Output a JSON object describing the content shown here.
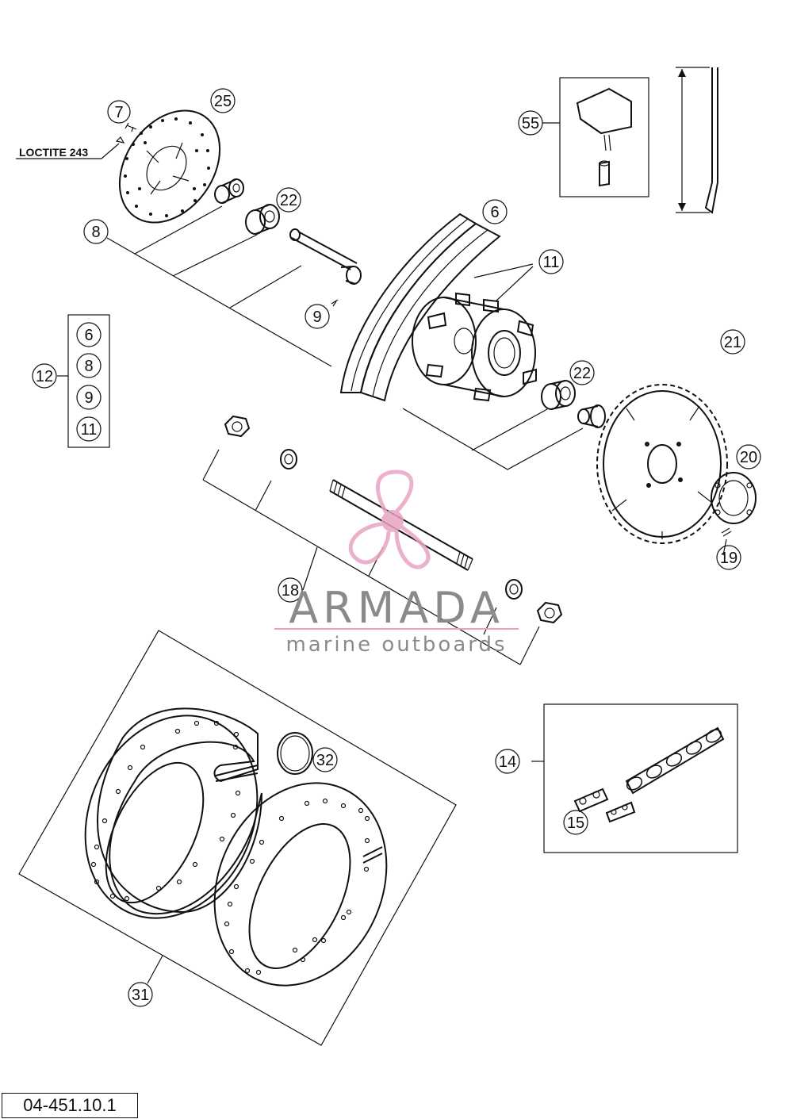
{
  "diagram": {
    "note_loctite": "LOCTITE 243",
    "code": "04-451.10.1",
    "callouts": {
      "c7": "7",
      "c25": "25",
      "c8": "8",
      "c22a": "22",
      "c6": "6",
      "c11": "11",
      "c9": "9",
      "c12": "12",
      "c22b": "22",
      "c21": "21",
      "c20": "20",
      "c19": "19",
      "c55": "55",
      "c18": "18",
      "c32": "32",
      "c14": "14",
      "c15": "15",
      "c31": "31"
    },
    "kit_12": [
      "6",
      "8",
      "9",
      "11"
    ]
  },
  "watermark": {
    "brand": "ARMADA",
    "tagline": "marine outboards",
    "colors": {
      "logo": "#e8a3c4",
      "text": "#8a8a8a"
    }
  }
}
